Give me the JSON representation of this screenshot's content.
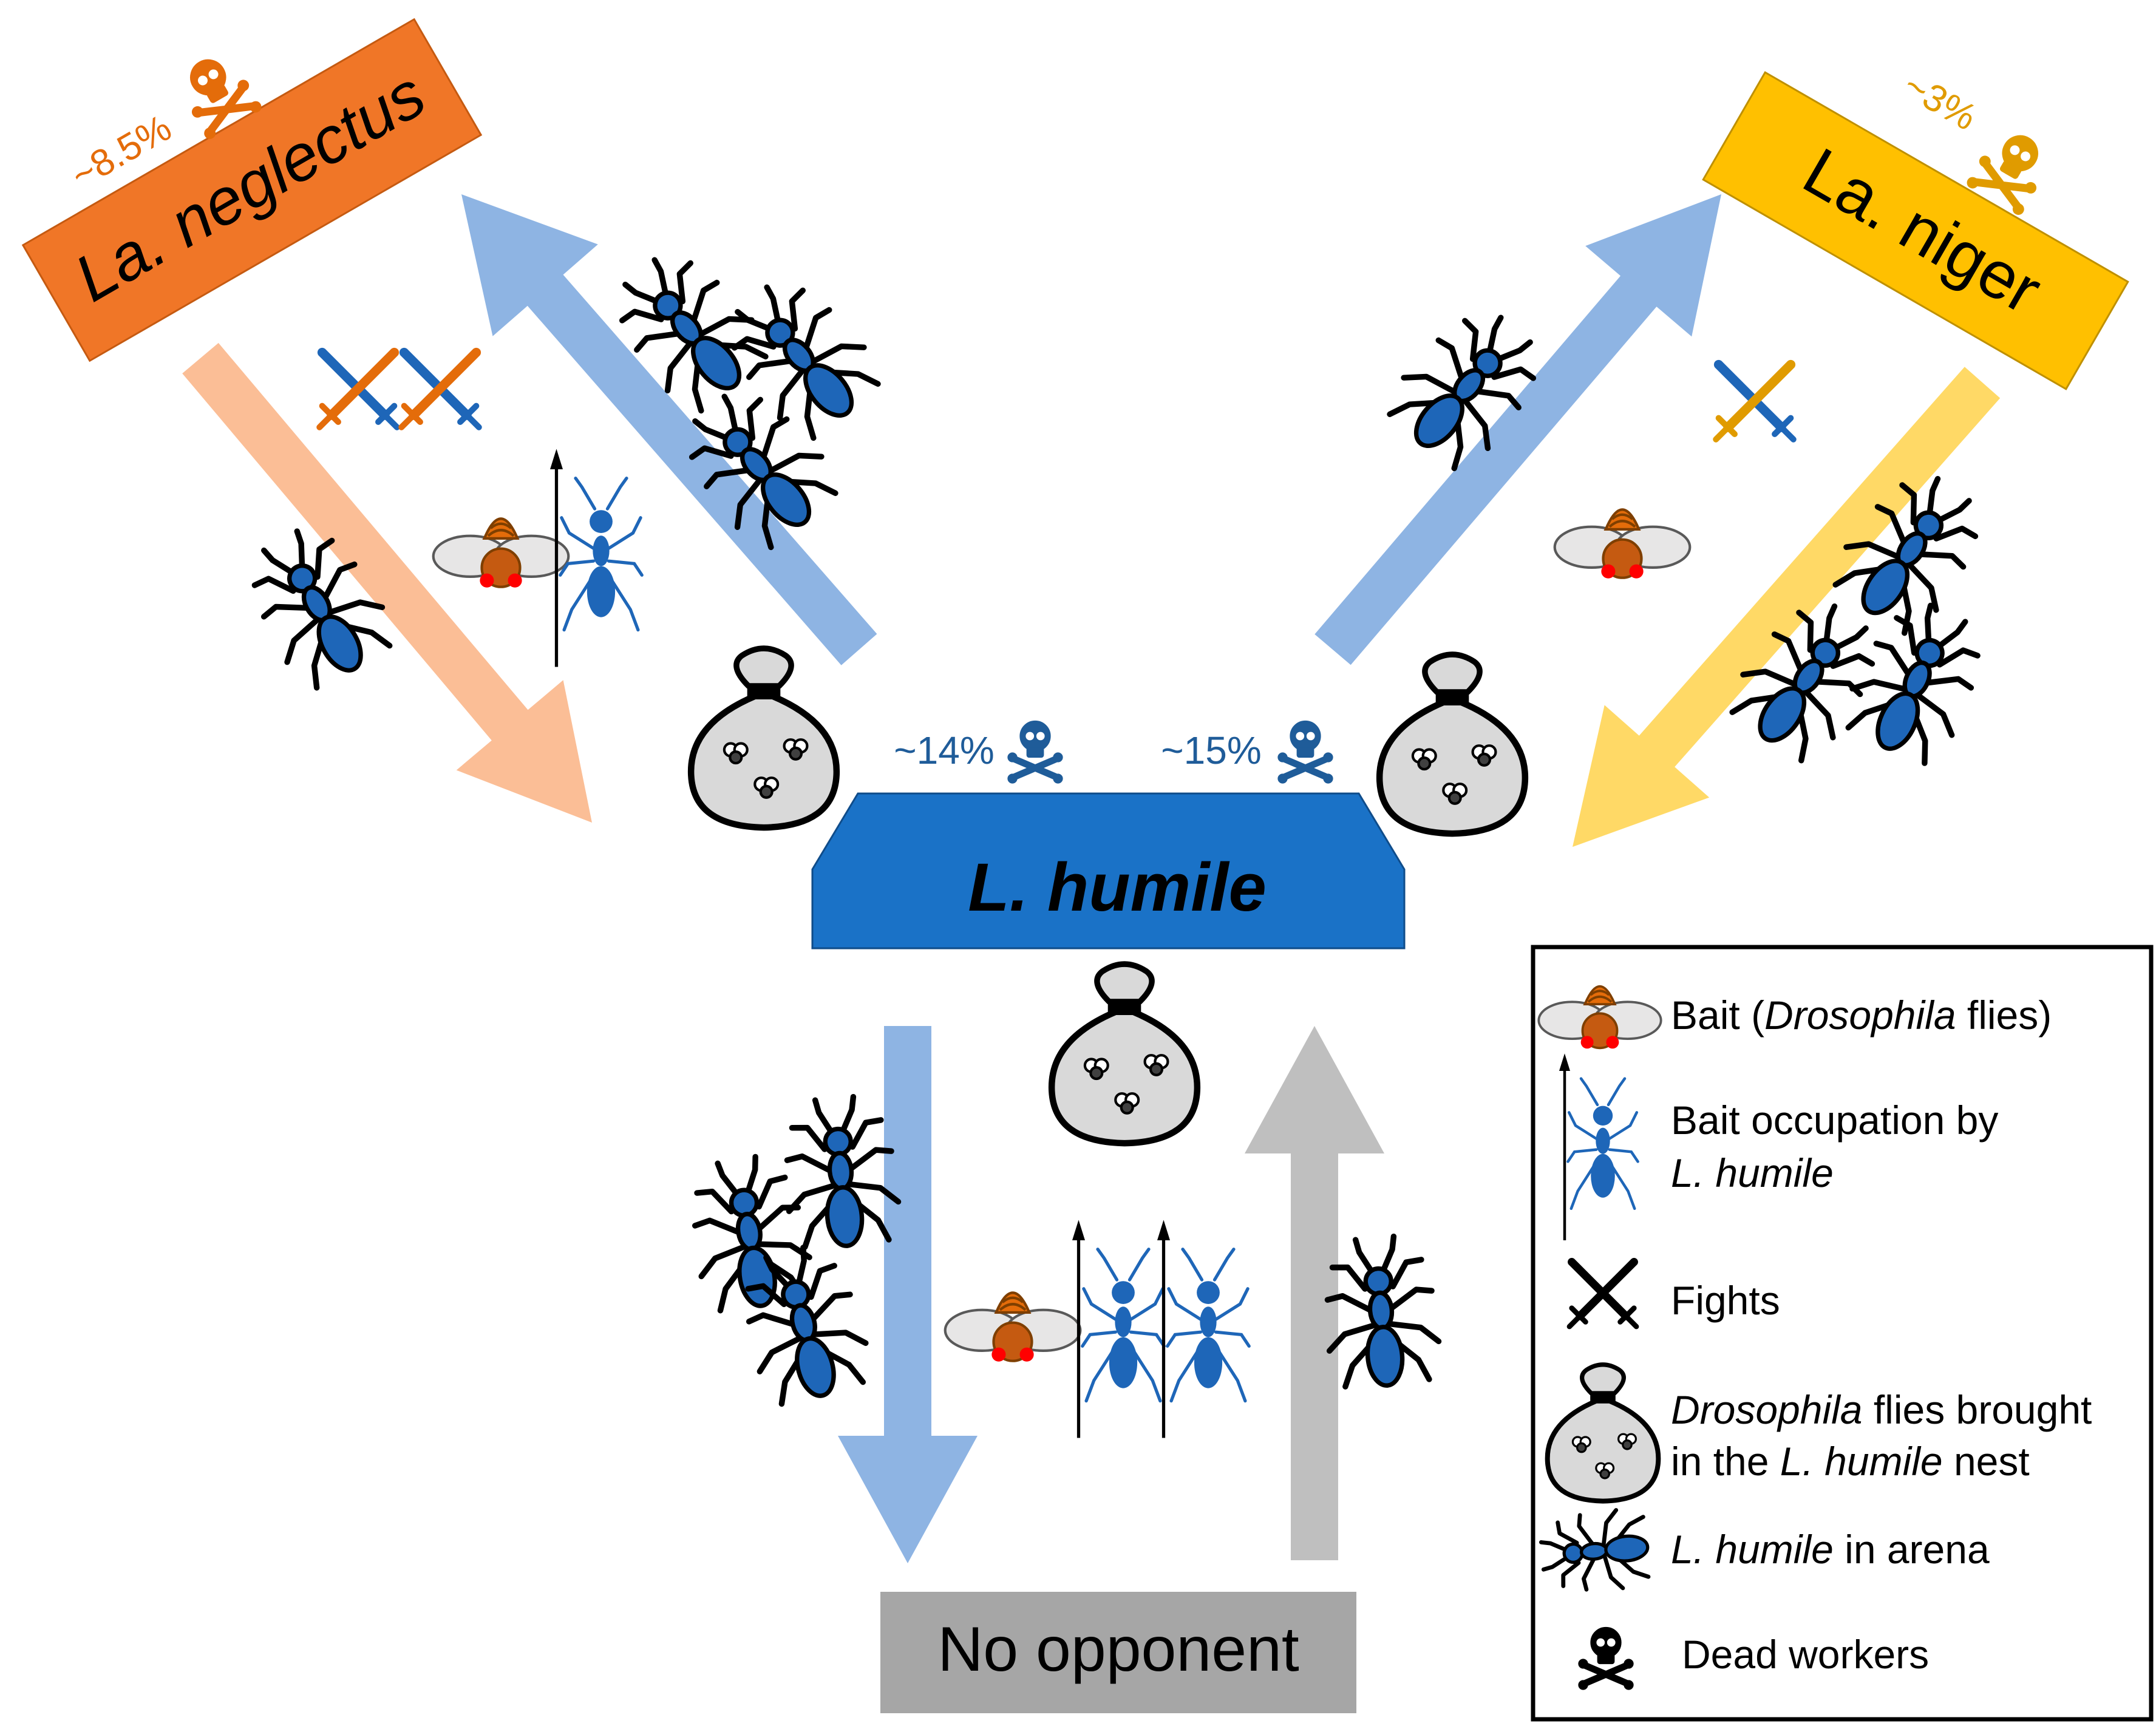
{
  "nodes": {
    "neglectus": {
      "label": "La. neglectus",
      "color": "#F07627",
      "mortality": "~8.5%"
    },
    "niger": {
      "label": "La. niger",
      "color": "#FFC000",
      "mortality": "~3%"
    },
    "humile": {
      "label": "L. humile",
      "color": "#1A72C7",
      "mortality_left": "~14%",
      "mortality_right": "~15%"
    },
    "no_opponent": {
      "label": "No opponent",
      "color": "#A6A6A6"
    }
  },
  "colors": {
    "ant": "#1E66B8",
    "ant_outline": "#000000",
    "arrow_humile": "#8EB4E3",
    "arrow_neglectus": "#FBBE96",
    "arrow_niger": "#FFD966",
    "arrow_no_opponent": "#BFBFBF",
    "neglectus_text": "#E46C0A",
    "niger_text": "#E09B00",
    "humile_text": "#1F5C99"
  },
  "legend": {
    "bait": {
      "pre": "Bait (",
      "italic": "Drosophila",
      "post": " flies)",
      "icon": "fly-icon"
    },
    "occupation": {
      "line1": "Bait occupation by",
      "line2": "L. humile",
      "icon": "spear-ant-icon"
    },
    "fights": {
      "label": "Fights",
      "icon": "crossed-swords-icon"
    },
    "brought": {
      "italic": "Drosophila",
      "line1_post": " flies brought",
      "line2_pre": "in the ",
      "line2_italic": "L. humile",
      "line2_post": " nest",
      "icon": "bag-icon"
    },
    "arena": {
      "italic": "L. humile",
      "post": " in arena",
      "icon": "ant-icon"
    },
    "dead": {
      "label": "Dead workers",
      "icon": "skull-icon"
    }
  }
}
